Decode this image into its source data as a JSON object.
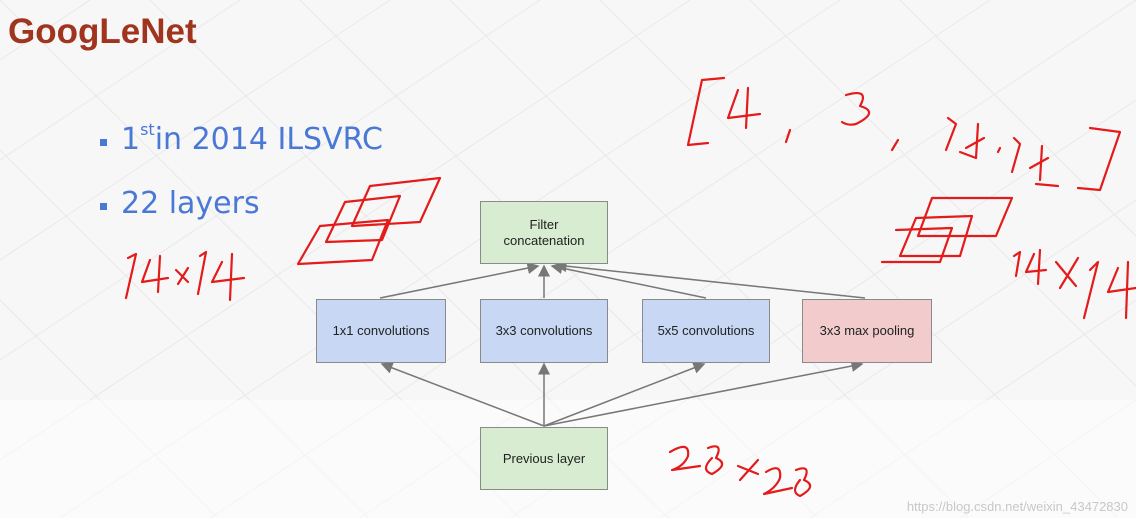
{
  "slide": {
    "title": "GoogLeNet",
    "bullets": [
      {
        "prefix": "1",
        "superscript": "st",
        "text": " in 2014 ILSVRC"
      },
      {
        "prefix": "22 layers",
        "superscript": "",
        "text": ""
      }
    ]
  },
  "diagram": {
    "top_box": {
      "line1": "Filter",
      "line2": "concatenation"
    },
    "middle_boxes": [
      "1x1 convolutions",
      "3x3 convolutions",
      "5x5 convolutions",
      "3x3 max pooling"
    ],
    "bottom_box": "Previous layer",
    "colors": {
      "top": "#d7ecd0",
      "conv": "#c7d7f4",
      "pool": "#f2cccc",
      "bottom": "#d7ecd0",
      "arrow": "#777777"
    }
  },
  "annotations": {
    "color": "#e41b1b",
    "handwritten": [
      "[4, 3, 14,14]",
      "14x14",
      "14x14",
      "28x28"
    ]
  },
  "watermark": "https://blog.csdn.net/weixin_43472830"
}
